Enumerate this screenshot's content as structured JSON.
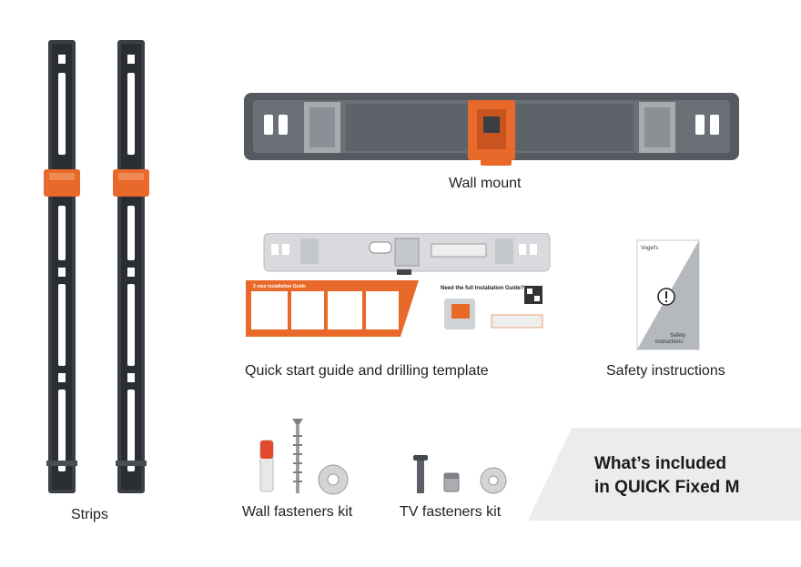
{
  "items": {
    "strips": "Strips",
    "wall_mount": "Wall mount",
    "quick_start": "Quick start guide and drilling template",
    "safety": "Safety instructions",
    "wall_fasteners": "Wall fasteners kit",
    "tv_fasteners": "TV fasteners kit"
  },
  "banner": {
    "line1": "What’s included",
    "line2": "in QUICK Fixed M"
  },
  "guide": {
    "left_heading": "3 step installation Guide",
    "right_heading": "Need the full Installation Guide?"
  },
  "safety_card": {
    "brand": "Vogel's",
    "caption_line1": "Safety",
    "caption_line2": "instructions"
  },
  "colors": {
    "accent": "#e8692a",
    "frame": "#555a60",
    "panel": "#6a6f75",
    "banner": "#ececec"
  }
}
